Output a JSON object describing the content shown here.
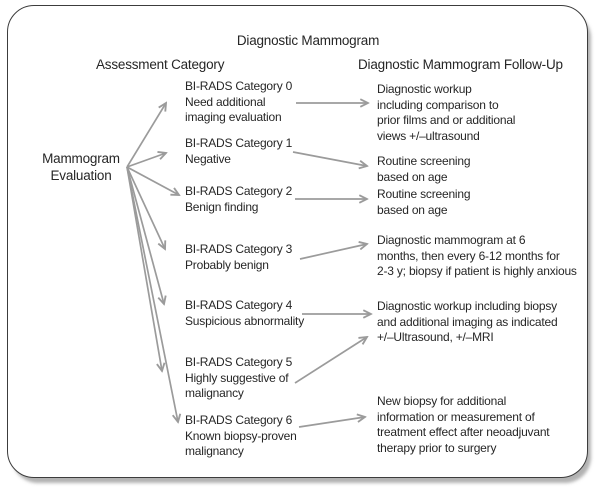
{
  "title": "Diagnostic Mammogram",
  "headers": {
    "assessment": "Assessment Category",
    "followup": "Diagnostic Mammogram Follow-Up"
  },
  "root_node": {
    "label": "Mammogram\nEvaluation"
  },
  "categories": [
    {
      "name": "birads-0",
      "text": "BI-RADS Category 0\nNeed additional\nimaging evaluation"
    },
    {
      "name": "birads-1",
      "text": "BI-RADS Category 1\nNegative"
    },
    {
      "name": "birads-2",
      "text": "BI-RADS Category 2\nBenign finding"
    },
    {
      "name": "birads-3",
      "text": "BI-RADS Category 3\nProbably benign"
    },
    {
      "name": "birads-4",
      "text": "BI-RADS Category 4\nSuspicious abnormality"
    },
    {
      "name": "birads-5",
      "text": "BI-RADS Category 5\nHighly suggestive of\nmalignancy"
    },
    {
      "name": "birads-6",
      "text": "BI-RADS Category 6\nKnown biopsy-proven\nmalignancy"
    }
  ],
  "followups": [
    {
      "name": "followup-0",
      "text": "Diagnostic workup\nincluding comparison to\nprior films and or additional\nviews +/–ultrasound"
    },
    {
      "name": "followup-1",
      "text": "Routine screening\nbased on age"
    },
    {
      "name": "followup-2",
      "text": "Routine screening\nbased on age"
    },
    {
      "name": "followup-3",
      "text": "Diagnostic mammogram at 6\nmonths, then every 6-12 months for\n2-3 y; biopsy if patient is highly anxious"
    },
    {
      "name": "followup-4",
      "text": "Diagnostic workup including biopsy\nand additional imaging as indicated\n+/–Ultrasound, +/–MRI"
    },
    {
      "name": "followup-6",
      "text": "New biopsy for additional\ninformation or measurement of\ntreatment effect after neoadjuvant\ntherapy prior to surgery"
    }
  ],
  "edges": [
    {
      "from": "mammogram-evaluation",
      "to": "birads-0"
    },
    {
      "from": "mammogram-evaluation",
      "to": "birads-1"
    },
    {
      "from": "mammogram-evaluation",
      "to": "birads-2"
    },
    {
      "from": "mammogram-evaluation",
      "to": "birads-3"
    },
    {
      "from": "mammogram-evaluation",
      "to": "birads-4"
    },
    {
      "from": "mammogram-evaluation",
      "to": "birads-5"
    },
    {
      "from": "mammogram-evaluation",
      "to": "birads-6"
    },
    {
      "from": "birads-0",
      "to": "followup-0"
    },
    {
      "from": "birads-1",
      "to": "followup-1"
    },
    {
      "from": "birads-2",
      "to": "followup-2"
    },
    {
      "from": "birads-3",
      "to": "followup-3"
    },
    {
      "from": "birads-4",
      "to": "followup-4"
    },
    {
      "from": "birads-5",
      "to": "followup-4"
    },
    {
      "from": "birads-6",
      "to": "followup-6"
    }
  ],
  "colors": {
    "arrow": "#9b9b9b",
    "text": "#262626",
    "border": "#3c3c3c"
  }
}
